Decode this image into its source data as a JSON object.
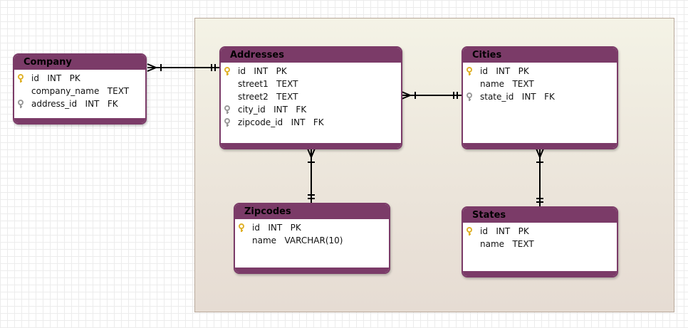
{
  "colors": {
    "entity_header": "#7b3b68",
    "primary_key_icon": "#e0b22a",
    "foreign_key_icon": "#9a9a9a",
    "connector": "#000000"
  },
  "entities": {
    "company": {
      "title": "Company",
      "fields": [
        {
          "text": "id   INT   PK",
          "key": "primary"
        },
        {
          "text": "company_name   TEXT",
          "key": "none"
        },
        {
          "text": "address_id   INT   FK",
          "key": "foreign"
        }
      ]
    },
    "addresses": {
      "title": "Addresses",
      "fields": [
        {
          "text": "id   INT   PK",
          "key": "primary"
        },
        {
          "text": "street1   TEXT",
          "key": "none"
        },
        {
          "text": "street2   TEXT",
          "key": "none"
        },
        {
          "text": "city_id   INT   FK",
          "key": "foreign"
        },
        {
          "text": "zipcode_id   INT   FK",
          "key": "foreign"
        }
      ]
    },
    "cities": {
      "title": "Cities",
      "fields": [
        {
          "text": "id   INT   PK",
          "key": "primary"
        },
        {
          "text": "name   TEXT",
          "key": "none"
        },
        {
          "text": "state_id   INT   FK",
          "key": "foreign"
        }
      ]
    },
    "zipcodes": {
      "title": "Zipcodes",
      "fields": [
        {
          "text": "id   INT   PK",
          "key": "primary"
        },
        {
          "text": "name   VARCHAR(10)",
          "key": "none"
        }
      ]
    },
    "states": {
      "title": "States",
      "fields": [
        {
          "text": "id   INT   PK",
          "key": "primary"
        },
        {
          "text": "name   TEXT",
          "key": "none"
        }
      ]
    }
  },
  "relationships": [
    {
      "from": "company",
      "to": "addresses",
      "from_cardinality": "many",
      "to_cardinality": "one"
    },
    {
      "from": "addresses",
      "to": "cities",
      "from_cardinality": "many",
      "to_cardinality": "one"
    },
    {
      "from": "addresses",
      "to": "zipcodes",
      "from_cardinality": "many",
      "to_cardinality": "one"
    },
    {
      "from": "cities",
      "to": "states",
      "from_cardinality": "many",
      "to_cardinality": "one"
    }
  ]
}
